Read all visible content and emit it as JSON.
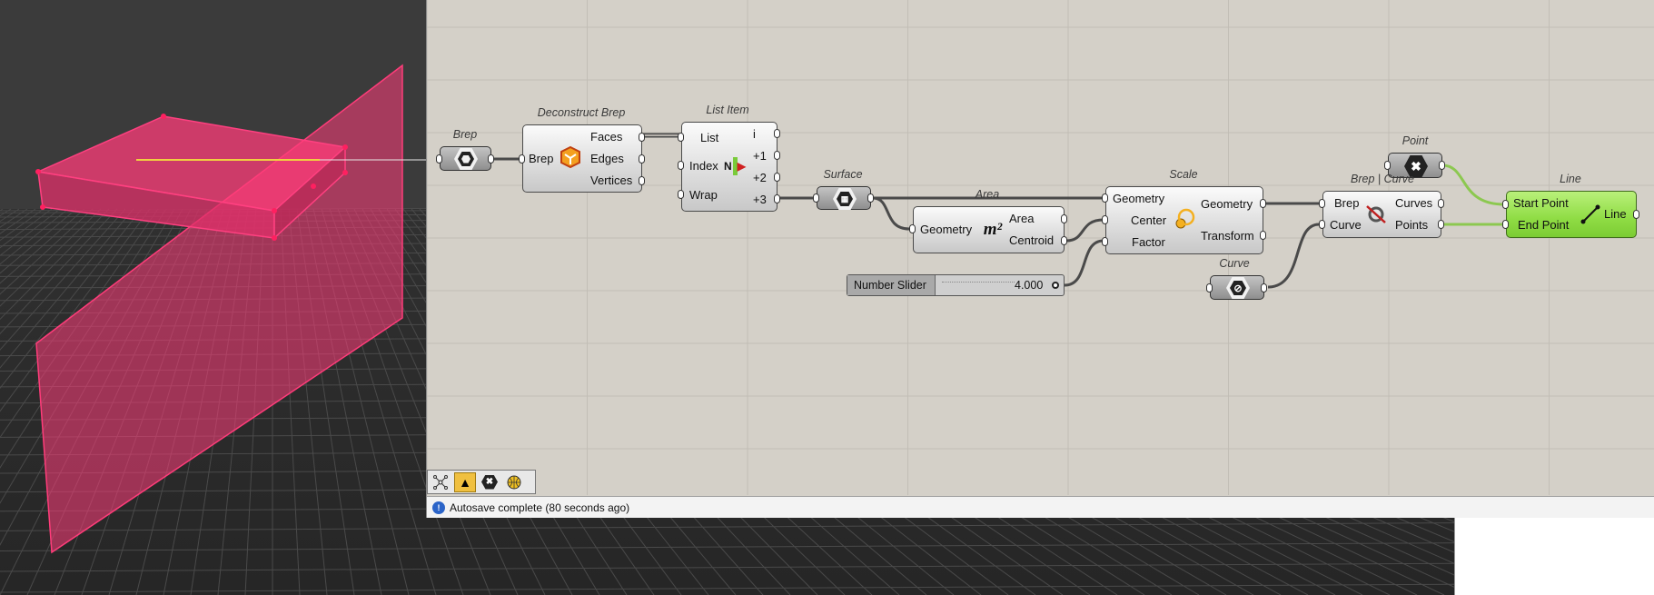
{
  "colors": {
    "canvas_bg": "#d4d0c8",
    "grid_line": "#c2beb6",
    "wire": "#4a4a4a",
    "wire_selected": "#8cc850",
    "selected_component": "#8fdc44",
    "brep_preview": "#ff3c7a",
    "viewport_bg": "#2e2e2e"
  },
  "components": {
    "brep": {
      "title": "Brep",
      "icon": "brep-param-icon"
    },
    "deconstruct_brep": {
      "title": "Deconstruct Brep",
      "input": "Brep",
      "outputs": [
        "Faces",
        "Edges",
        "Vertices"
      ],
      "icon": "deconstruct-brep-icon"
    },
    "list_item": {
      "title": "List Item",
      "inputs": [
        "List",
        "Index",
        "Wrap"
      ],
      "outputs": [
        "i",
        "+1",
        "+2",
        "+3"
      ],
      "icon_text": "N"
    },
    "surface": {
      "title": "Surface",
      "icon": "surface-param-icon"
    },
    "area": {
      "title": "Area",
      "input": "Geometry",
      "outputs": [
        "Area",
        "Centroid"
      ],
      "icon_text": "m²"
    },
    "number_slider": {
      "label": "Number Slider",
      "value": "4.000"
    },
    "scale": {
      "title": "Scale",
      "inputs": [
        "Geometry",
        "Center",
        "Factor"
      ],
      "outputs": [
        "Geometry",
        "Transform"
      ]
    },
    "curve": {
      "title": "Curve",
      "icon": "curve-param-icon"
    },
    "point": {
      "title": "Point",
      "icon_text": "✖"
    },
    "brep_curve": {
      "title": "Brep | Curve",
      "inputs": [
        "Brep",
        "Curve"
      ],
      "outputs": [
        "Curves",
        "Points"
      ]
    },
    "line": {
      "title": "Line",
      "inputs": [
        "Start Point",
        "End Point"
      ],
      "output": "Line"
    }
  },
  "toolbar": {
    "buttons": [
      {
        "icon": "wire-display-icon",
        "active": false
      },
      {
        "icon": "preview-shaded-icon",
        "active": true,
        "glyph": "▲"
      },
      {
        "icon": "point-hex-icon",
        "active": false,
        "glyph": "✖"
      },
      {
        "icon": "mesh-sphere-icon",
        "active": false
      }
    ]
  },
  "status": {
    "text": "Autosave complete (80 seconds ago)",
    "icon_glyph": "!"
  }
}
